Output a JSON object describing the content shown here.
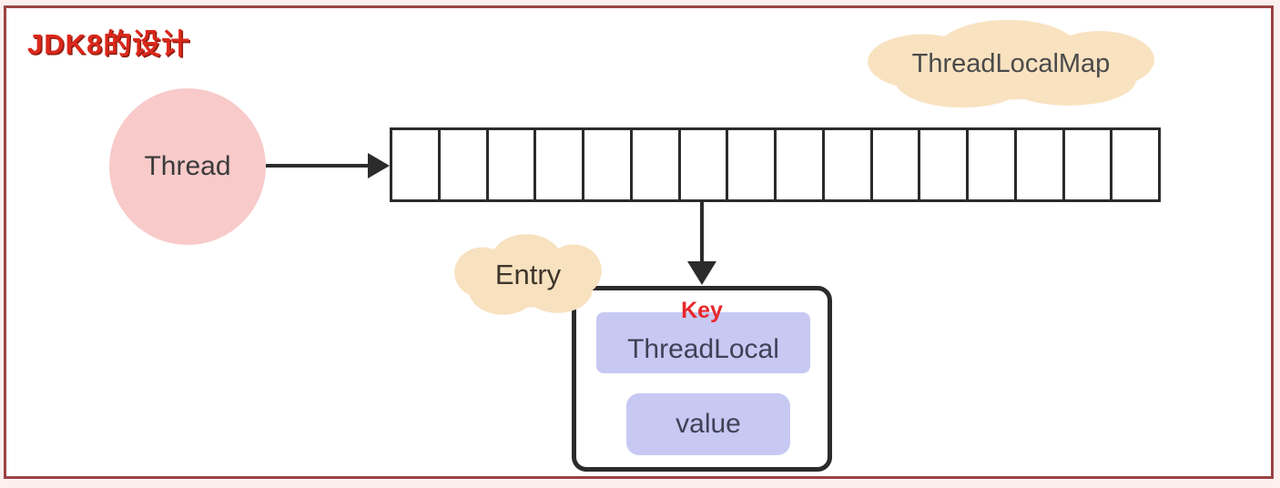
{
  "title": "JDK8的设计",
  "diagram": {
    "thread_node": {
      "label": "Thread"
    },
    "map_cloud": {
      "label": "ThreadLocalMap"
    },
    "array": {
      "cell_count": 16
    },
    "entry_cloud": {
      "label": "Entry"
    },
    "entry": {
      "key_annotation": "Key",
      "key_field": "ThreadLocal",
      "value_field": "value"
    }
  },
  "colors": {
    "frame_border": "#9a4343",
    "title_red": "#db281b",
    "key_red": "#e8282c",
    "thread_pink": "#f8caca",
    "cloud_peach": "#f9e2c0",
    "field_lavender": "#c7c9f3",
    "line_dark": "#2b2b2b"
  }
}
